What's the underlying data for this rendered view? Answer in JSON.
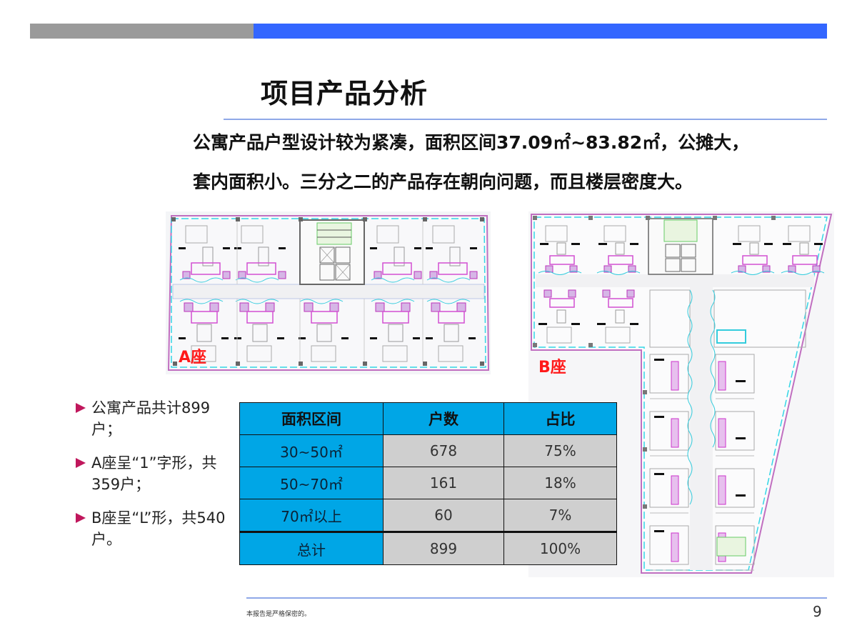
{
  "header": {
    "bar_colors": {
      "gray": "#9a9a9a",
      "blue": "#3366ff"
    }
  },
  "title": "项目产品分析",
  "summary": {
    "line1": "公寓产品户型设计较为紧凑，面积区间37.09㎡~83.82㎡，公摊大，",
    "line2": "套内面积小。三分之二的产品存在朝向问题，而且楼层密度大。"
  },
  "floor_plans": {
    "a": {
      "label": "A座"
    },
    "b": {
      "label": "B座"
    }
  },
  "bullets": [
    {
      "text": "公寓产品共计899户；"
    },
    {
      "text": "A座呈“1”字形，共359户；"
    },
    {
      "text": "B座呈“L”形，共540户。"
    }
  ],
  "table": {
    "headers": [
      "面积区间",
      "户数",
      "占比"
    ],
    "rows": [
      [
        "30~50㎡",
        "678",
        "75%"
      ],
      [
        "50~70㎡",
        "161",
        "18%"
      ],
      [
        "70㎡以上",
        "60",
        "7%"
      ],
      [
        "总计",
        "899",
        "100%"
      ]
    ],
    "colors": {
      "header_bg": "#00a6e6",
      "first_col_bg": "#00a6e6",
      "cell_bg": "#cfcfcf"
    }
  },
  "footer": {
    "note": "本报告是严格保密的。",
    "page_number": "9"
  }
}
